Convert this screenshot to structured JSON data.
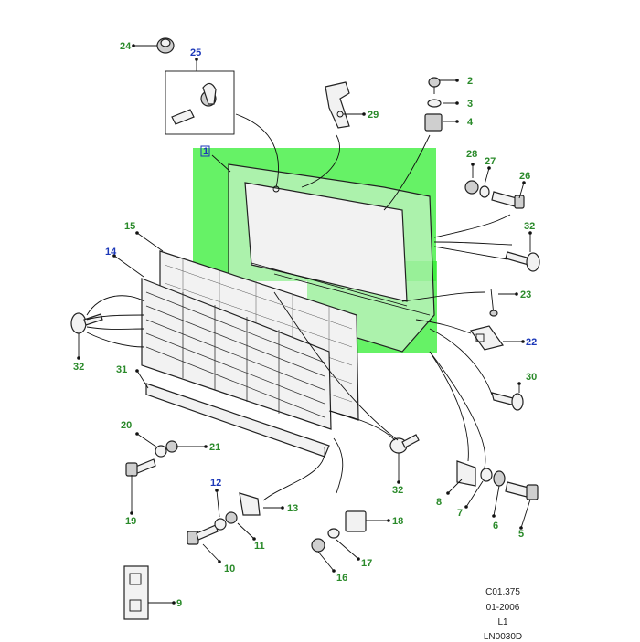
{
  "colors": {
    "label_green": "#2a8a2a",
    "label_blue": "#1c38b8",
    "highlight_green": "#33ee33"
  },
  "callouts": {
    "c1": "1",
    "c2": "2",
    "c3": "3",
    "c4": "4",
    "c5": "5",
    "c6": "6",
    "c7": "7",
    "c8": "8",
    "c9": "9",
    "c10": "10",
    "c11": "11",
    "c12": "12",
    "c13": "13",
    "c14": "14",
    "c15": "15",
    "c16": "16",
    "c17": "17",
    "c18": "18",
    "c19": "19",
    "c20": "20",
    "c21": "21",
    "c22": "22",
    "c23": "23",
    "c24": "24",
    "c25": "25",
    "c26": "26",
    "c27": "27",
    "c28": "28",
    "c29": "29",
    "c30": "30",
    "c31": "31",
    "c32a": "32",
    "c32b": "32",
    "c32c": "32"
  },
  "reference": {
    "code": "C01.375",
    "date": "01-2006",
    "level": "L1",
    "drawing": "LN0030D"
  }
}
